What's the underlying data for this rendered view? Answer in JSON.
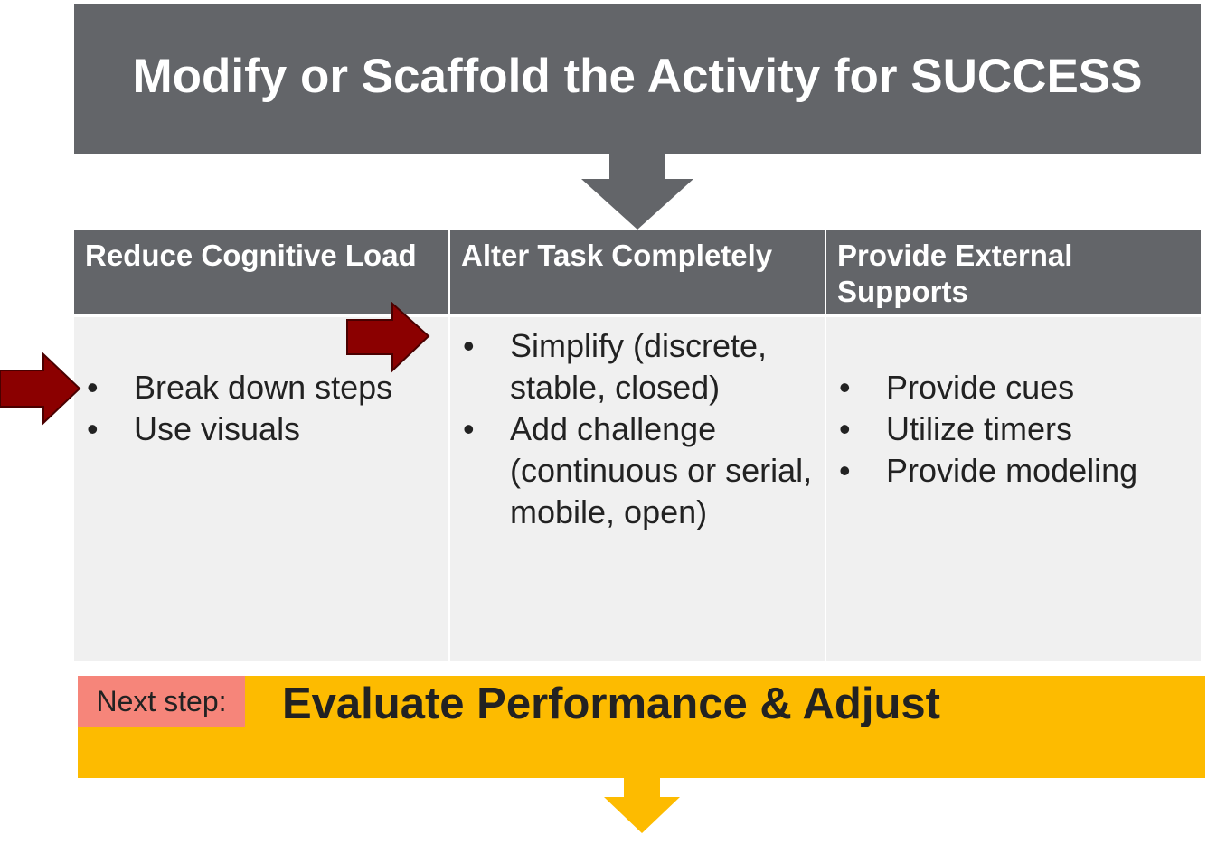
{
  "banner": {
    "title": "Modify or Scaffold the Activity for SUCCESS"
  },
  "columns": [
    {
      "header": "Reduce Cognitive Load",
      "items": [
        "Break down steps",
        "Use visuals"
      ]
    },
    {
      "header": "Alter Task Completely",
      "items": [
        "Simplify (discrete, stable, closed)",
        "Add challenge (continuous or serial, mobile, open)"
      ]
    },
    {
      "header": "Provide External Supports",
      "items": [
        "Provide cues",
        "Utilize timers",
        "Provide modeling"
      ]
    }
  ],
  "next_step": {
    "label": "Next step:",
    "title": "Evaluate Performance & Adjust"
  },
  "colors": {
    "gray": "#636569",
    "cell": "#f0f0f0",
    "red": "#8b0000",
    "gold": "#fdbb00",
    "salmon": "#f6857a"
  }
}
